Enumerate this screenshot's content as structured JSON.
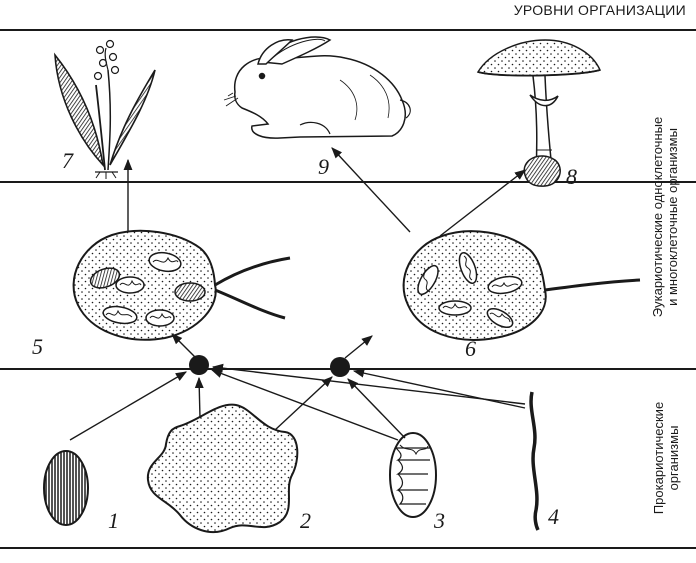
{
  "header": {
    "title": "УРОВНИ ОРГАНИЗАЦИИ"
  },
  "side_labels": {
    "eukaryotes": {
      "line1": "Эукариотические одноклеточные",
      "line2": "и многоклеточные организмы"
    },
    "prokaryotes": {
      "line1": "Прокариотические",
      "line2": "организмы"
    }
  },
  "numbers": {
    "n1": "1",
    "n2": "2",
    "n3": "3",
    "n4": "4",
    "n5": "5",
    "n6": "6",
    "n7": "7",
    "n8": "8",
    "n9": "9"
  },
  "colors": {
    "ink": "#1a1a1a",
    "background": "#ffffff"
  }
}
